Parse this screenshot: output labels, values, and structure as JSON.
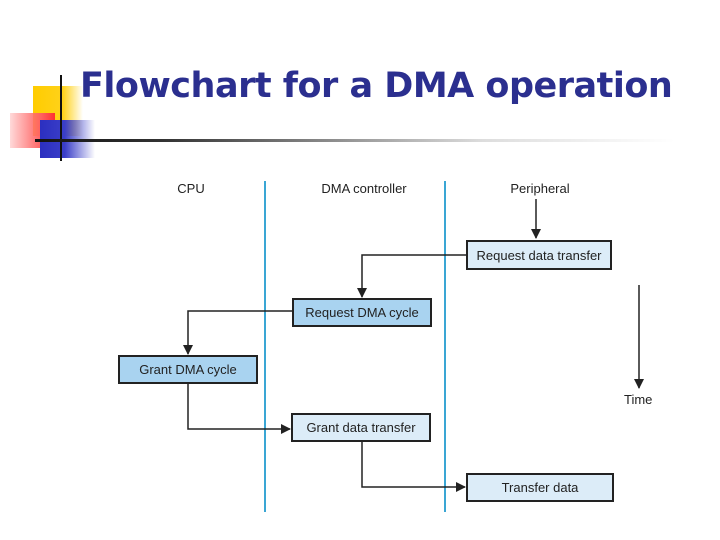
{
  "slide": {
    "title": "Flowchart for a DMA operation"
  },
  "diagram": {
    "lanes": [
      {
        "id": "cpu",
        "label": "CPU"
      },
      {
        "id": "dma",
        "label": "DMA controller"
      },
      {
        "id": "peripheral",
        "label": "Peripheral"
      }
    ],
    "steps": [
      {
        "id": "request-data-transfer",
        "lane": "peripheral",
        "label": "Request data transfer"
      },
      {
        "id": "request-dma-cycle",
        "lane": "dma",
        "label": "Request DMA cycle"
      },
      {
        "id": "grant-dma-cycle",
        "lane": "cpu",
        "label": "Grant DMA cycle"
      },
      {
        "id": "grant-data-transfer",
        "lane": "dma",
        "label": "Grant data transfer"
      },
      {
        "id": "transfer-data",
        "lane": "peripheral",
        "label": "Transfer data"
      }
    ],
    "edges": [
      {
        "from": "peripheral-label",
        "to": "request-data-transfer"
      },
      {
        "from": "request-data-transfer",
        "to": "request-dma-cycle"
      },
      {
        "from": "request-dma-cycle",
        "to": "grant-dma-cycle"
      },
      {
        "from": "grant-dma-cycle",
        "to": "grant-data-transfer"
      },
      {
        "from": "grant-data-transfer",
        "to": "transfer-data"
      }
    ],
    "time_axis_label": "Time",
    "colors": {
      "title": "#2b2f8f",
      "lane_divider": "#3aa6d4",
      "box_light": "#dcecf8",
      "box_mid": "#a9d3f0"
    }
  }
}
